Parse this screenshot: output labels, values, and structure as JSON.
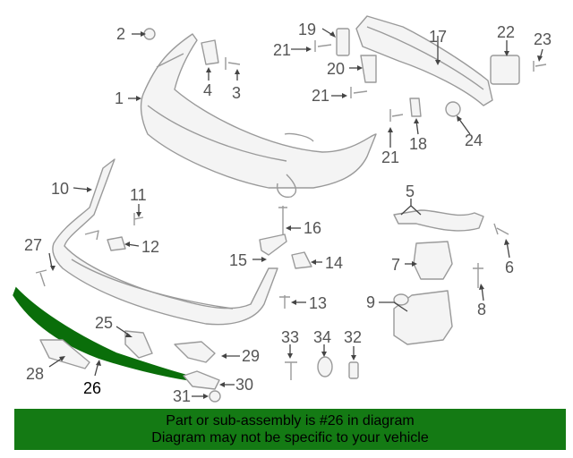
{
  "diagram": {
    "callouts": [
      {
        "id": "c1",
        "label": "1"
      },
      {
        "id": "c2",
        "label": "2"
      },
      {
        "id": "c3",
        "label": "3"
      },
      {
        "id": "c4",
        "label": "4"
      },
      {
        "id": "c5",
        "label": "5"
      },
      {
        "id": "c6",
        "label": "6"
      },
      {
        "id": "c7",
        "label": "7"
      },
      {
        "id": "c8",
        "label": "8"
      },
      {
        "id": "c9",
        "label": "9"
      },
      {
        "id": "c10",
        "label": "10"
      },
      {
        "id": "c11",
        "label": "11"
      },
      {
        "id": "c12",
        "label": "12"
      },
      {
        "id": "c13",
        "label": "13"
      },
      {
        "id": "c14",
        "label": "14"
      },
      {
        "id": "c15",
        "label": "15"
      },
      {
        "id": "c16",
        "label": "16"
      },
      {
        "id": "c17",
        "label": "17"
      },
      {
        "id": "c18",
        "label": "18"
      },
      {
        "id": "c19",
        "label": "19"
      },
      {
        "id": "c20",
        "label": "20"
      },
      {
        "id": "c21a",
        "label": "21"
      },
      {
        "id": "c21b",
        "label": "21"
      },
      {
        "id": "c21c",
        "label": "21"
      },
      {
        "id": "c22",
        "label": "22"
      },
      {
        "id": "c23",
        "label": "23"
      },
      {
        "id": "c24",
        "label": "24"
      },
      {
        "id": "c25",
        "label": "25"
      },
      {
        "id": "c26",
        "label": "26"
      },
      {
        "id": "c27",
        "label": "27"
      },
      {
        "id": "c28",
        "label": "28"
      },
      {
        "id": "c29",
        "label": "29"
      },
      {
        "id": "c30",
        "label": "30"
      },
      {
        "id": "c31",
        "label": "31"
      },
      {
        "id": "c32",
        "label": "32"
      },
      {
        "id": "c33",
        "label": "33"
      },
      {
        "id": "c34",
        "label": "34"
      }
    ],
    "highlight_color": "#0a6e0a"
  },
  "footer": {
    "line1": "Part or sub-assembly is #26 in diagram",
    "line2": "Diagram may not be specific to your vehicle",
    "background_color": "#147a14"
  }
}
